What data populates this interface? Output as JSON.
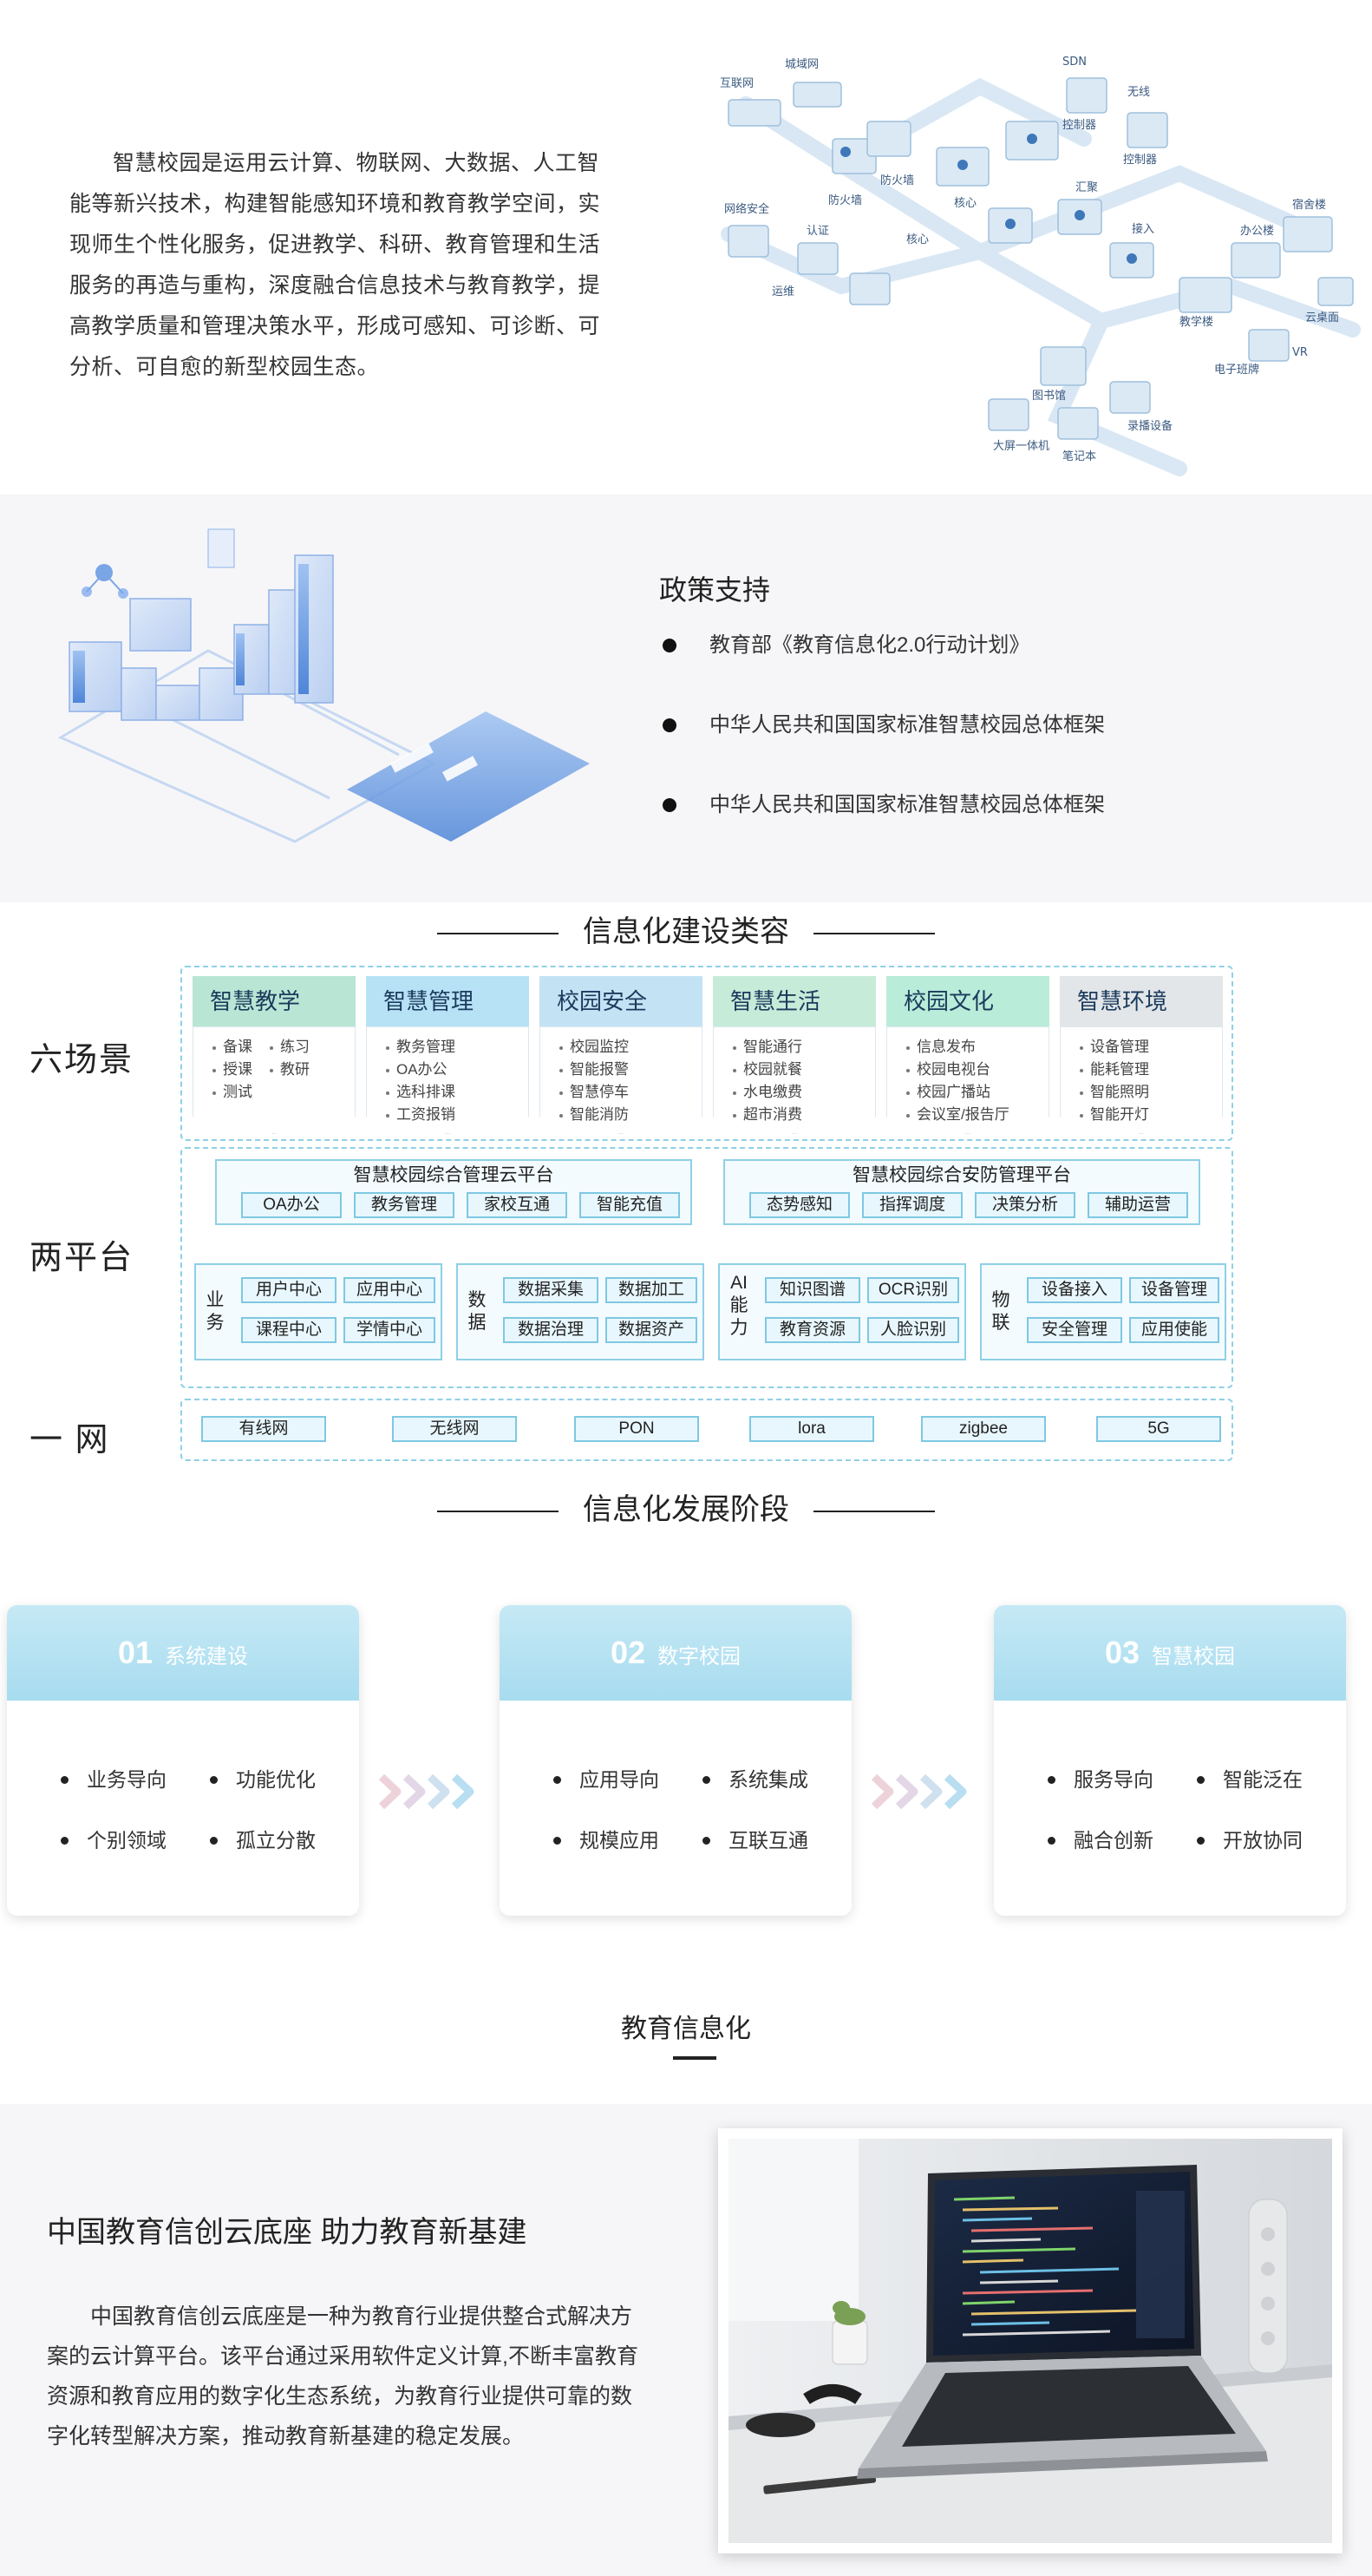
{
  "intro": {
    "text": "智慧校园是运用云计算、物联网、大数据、人工智能等新兴技术，构建智能感知环境和教育教学空间，实现师生个性化服务，促进教学、科研、教育管理和生活服务的再造与重构，深度融合信息技术与教育教学，提高教学质量和管理决策水平，形成可感知、可诊断、可分析、可自愈的新型校园生态。"
  },
  "diagram_labels": {
    "internet": "互联网",
    "metro": "城域网",
    "firewall1": "防火墙",
    "firewall2": "防火墙",
    "sdn": "SDN",
    "sdn_ctrl": "控制器",
    "wireless": "无线",
    "wireless_ctrl": "控制器",
    "netsec": "网络安全",
    "auth": "认证",
    "ops": "运维",
    "core1": "核心",
    "core2": "核心",
    "aggregate": "汇聚",
    "access": "接入",
    "dorm": "宿舍楼",
    "office": "办公楼",
    "teach": "教学楼",
    "library": "图书馆",
    "vr": "VR",
    "cloud_desktop": "云桌面",
    "eboard": "电子班牌",
    "touch": "录播设备",
    "allinone": "大屏一体机",
    "terminal": "笔记本"
  },
  "policy": {
    "title": "政策支持",
    "items": [
      "教育部《教育信息化2.0行动计划》",
      "中华人民共和国国家标准智慧校园总体框架",
      "中华人民共和国国家标准智慧校园总体框架"
    ]
  },
  "construction": {
    "title": "信息化建设类容",
    "row_labels": [
      "六场景",
      "两平台",
      "一 网"
    ],
    "scenes": [
      {
        "name": "智慧教学",
        "color": "#b9e6d4",
        "items": [
          "备课",
          "练习",
          "授课",
          "教研",
          "测试"
        ]
      },
      {
        "name": "智慧管理",
        "color": "#b7e2f6",
        "items": [
          "教务管理",
          "OA办公",
          "选科排课",
          "工资报销"
        ]
      },
      {
        "name": "校园安全",
        "color": "#c3e3f5",
        "items": [
          "校园监控",
          "智能报警",
          "智慧停车",
          "智能消防"
        ]
      },
      {
        "name": "智慧生活",
        "color": "#c6ecd9",
        "items": [
          "智能通行",
          "校园就餐",
          "水电缴费",
          "超市消费"
        ]
      },
      {
        "name": "校园文化",
        "color": "#b9ecd9",
        "items": [
          "信息发布",
          "校园电视台",
          "校园广播站",
          "会议室/报告厅"
        ]
      },
      {
        "name": "智慧环境",
        "color": "#e2e6e8",
        "items": [
          "设备管理",
          "能耗管理",
          "智能照明",
          "智能开灯"
        ]
      }
    ],
    "platforms": [
      {
        "title": "智慧校园综合管理云平台",
        "chips": [
          "OA办公",
          "教务管理",
          "家校互通",
          "智能充值"
        ]
      },
      {
        "title": "智慧校园综合安防管理平台",
        "chips": [
          "态势感知",
          "指挥调度",
          "决策分析",
          "辅助运营"
        ]
      }
    ],
    "modules": [
      {
        "label": "业务",
        "chips": [
          "用户中心",
          "应用中心",
          "课程中心",
          "学情中心"
        ]
      },
      {
        "label": "数据",
        "chips": [
          "数据采集",
          "数据加工",
          "数据治理",
          "数据资产"
        ]
      },
      {
        "label": "AI能力",
        "chips": [
          "知识图谱",
          "OCR识别",
          "教育资源",
          "人脸识别"
        ]
      },
      {
        "label": "物联",
        "chips": [
          "设备接入",
          "设备管理",
          "安全管理",
          "应用使能"
        ]
      }
    ],
    "networks": [
      "有线网",
      "无线网",
      "PON",
      "lora",
      "zigbee",
      "5G"
    ]
  },
  "stages": {
    "title": "信息化发展阶段",
    "items": [
      {
        "num": "01",
        "name": "系统建设",
        "points": [
          "业务导向",
          "功能优化",
          "个别领域",
          "孤立分散"
        ]
      },
      {
        "num": "02",
        "name": "数字校园",
        "points": [
          "应用导向",
          "系统集成",
          "规模应用",
          "互联互通"
        ]
      },
      {
        "num": "03",
        "name": "智慧校园",
        "points": [
          "服务导向",
          "智能泛在",
          "融合创新",
          "开放协同"
        ]
      }
    ]
  },
  "edu": {
    "label": "教育信息化",
    "title": "中国教育信创云底座 助力教育新基建",
    "text": "中国教育信创云底座是一种为教育行业提供整合式解决方案的云计算平台。该平台通过采用软件定义计算,不断丰富教育资源和教育应用的数字化生态系统，为教育行业提供可靠的数字化转型解决方案，推动教育新基建的稳定发展。"
  }
}
